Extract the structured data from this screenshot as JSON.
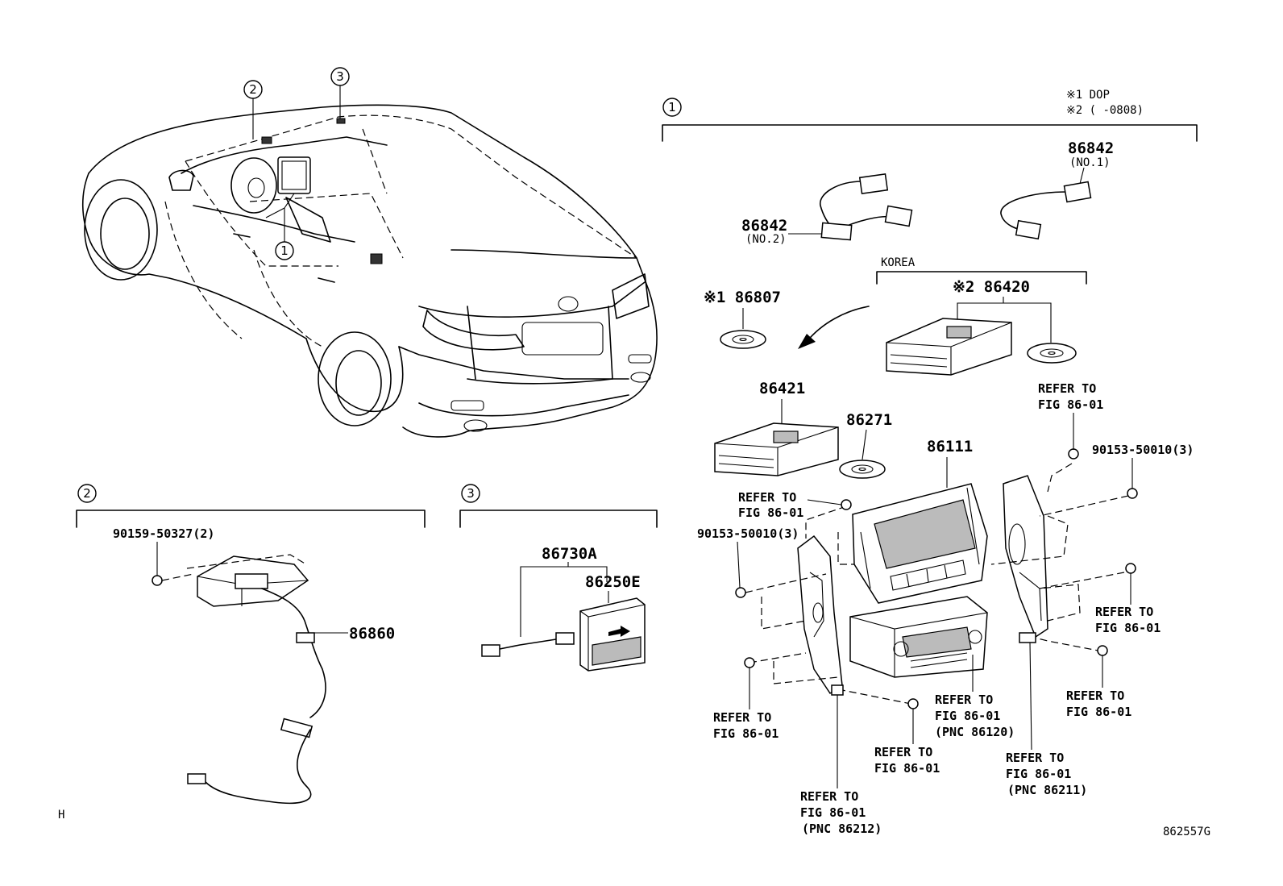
{
  "notes": {
    "line1": "※1  DOP",
    "line2": "※2 (     -0808)"
  },
  "callouts": {
    "c1": "1",
    "c2": "2",
    "c3": "3"
  },
  "parts": {
    "p86842_no1": "86842",
    "p86842_no1_sub": "(NO.1)",
    "p86842_no2": "86842",
    "p86842_no2_sub": "(NO.2)",
    "korea": "KOREA",
    "p86420": "※2 86420",
    "p86807": "※1 86807",
    "p86421": "86421",
    "p86271": "86271",
    "p86111": "86111",
    "p90153_right": "90153-50010(3)",
    "p90153_left": "90153-50010(3)",
    "p90159": "90159-50327(2)",
    "p86860": "86860",
    "p86730A": "86730A",
    "p86250E": "86250E"
  },
  "refs": {
    "refer": "REFER TO",
    "fig": "FIG 86-01",
    "pnc86120": "(PNC 86120)",
    "pnc86211": "(PNC 86211)",
    "pnc86212": "(PNC 86212)"
  },
  "footer": {
    "left_mark": "H",
    "code": "862557G"
  }
}
